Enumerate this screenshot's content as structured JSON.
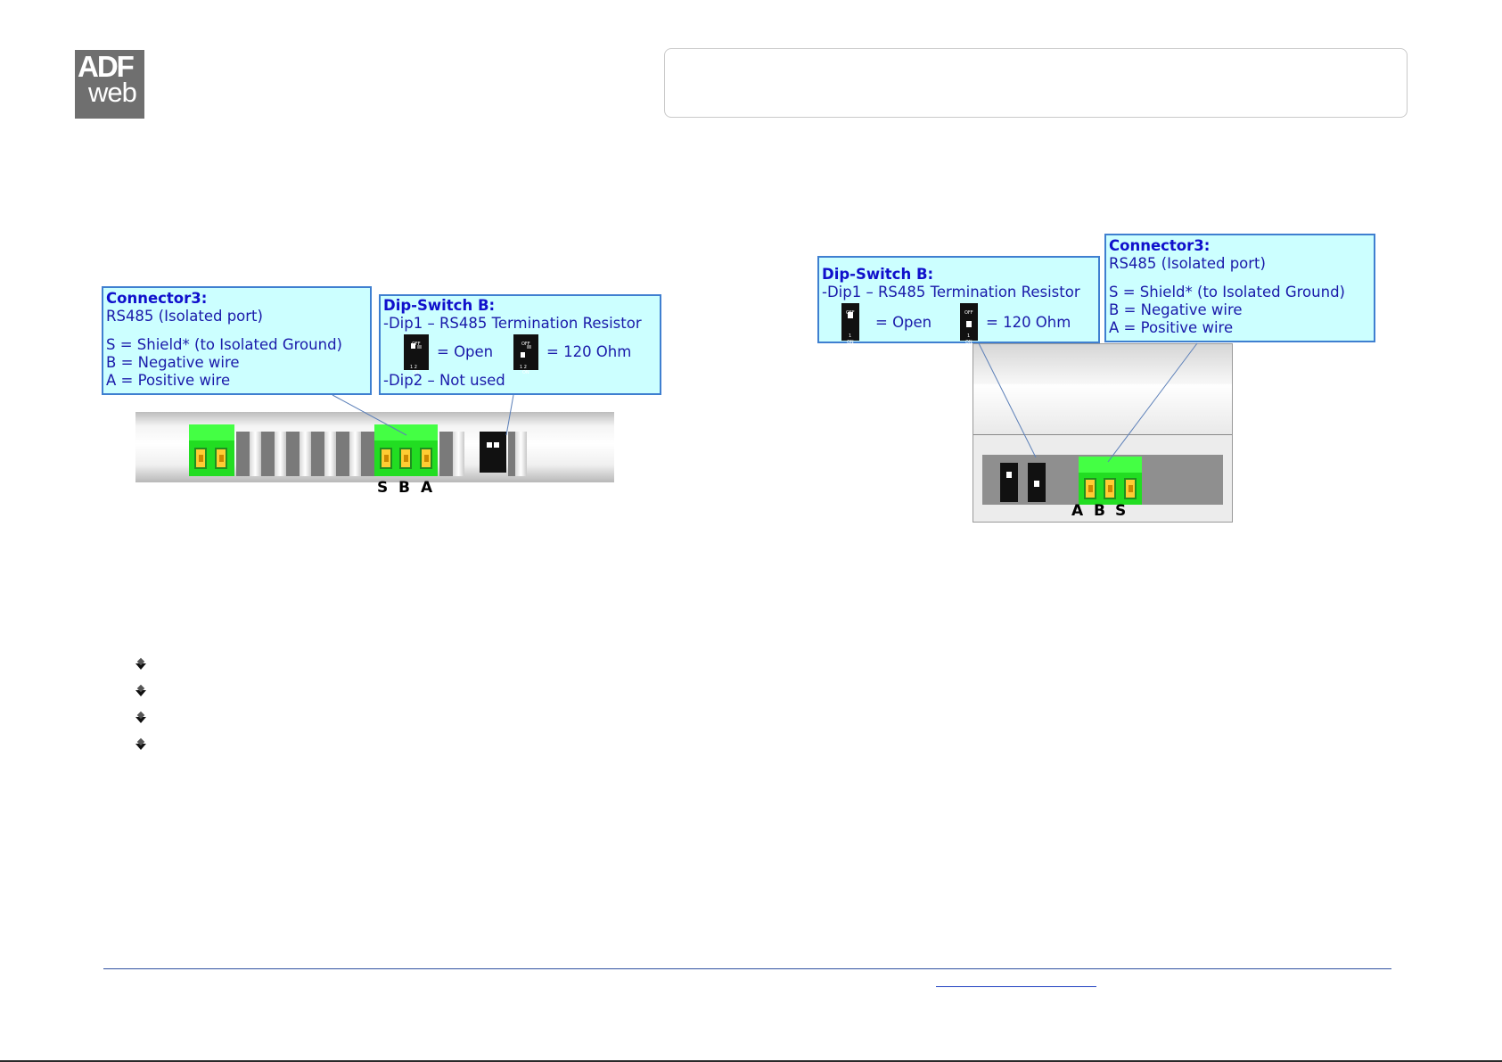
{
  "logo": {
    "line1": "ADF",
    "line2": "web"
  },
  "diagram_left": {
    "connector_callout": {
      "title": "Connector3:",
      "lines": [
        "RS485 (Isolated port)",
        "S = Shield* (to Isolated Ground)",
        "B = Negative wire",
        "A = Positive wire"
      ]
    },
    "dip_callout": {
      "title": "Dip-Switch B:",
      "line1": "-Dip1 – RS485 Termination Resistor",
      "open_label": "= Open",
      "ohm_label": "= 120 Ohm",
      "line3": "-Dip2 – Not used"
    },
    "dip_text": {
      "off": "OFF",
      "nums": "1  2",
      "on": "ON"
    },
    "pin_labels": [
      "S",
      "B",
      "A"
    ]
  },
  "diagram_right": {
    "dip_callout": {
      "title": "Dip-Switch B:",
      "line1": "-Dip1 – RS485 Termination Resistor",
      "open_label": "= Open",
      "ohm_label": "= 120 Ohm"
    },
    "connector_callout": {
      "title": "Connector3:",
      "lines": [
        "RS485 (Isolated port)",
        "S = Shield* (to Isolated Ground)",
        "B = Negative wire",
        "A = Positive wire"
      ]
    },
    "dip_text": {
      "off": "OFF",
      "num": "1",
      "on": "ON"
    },
    "pin_labels": [
      "A",
      "B",
      "S"
    ]
  },
  "colors": {
    "callout_bg": "#ccffff",
    "callout_border": "#3f7fd0",
    "text_blue": "#1010cc",
    "terminal_green": "#22dd22"
  }
}
